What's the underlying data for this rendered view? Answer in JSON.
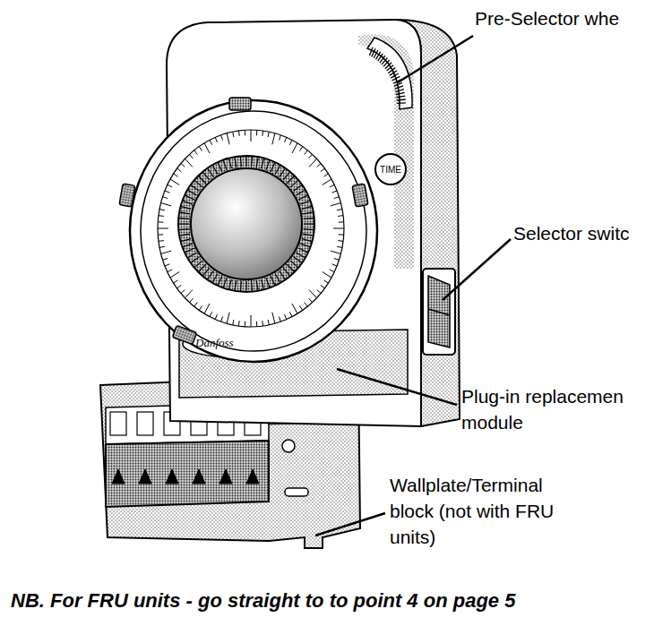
{
  "diagram": {
    "labels": [
      "Pre-Selector whe",
      "TIME",
      "Selector switc",
      "Danfoss",
      "Plug-in replacemen module",
      "Wallplate/Terminal block (not with FRU units)",
      "NB. For FRU units - go straight to to point 4 on page 5"
    ]
  }
}
